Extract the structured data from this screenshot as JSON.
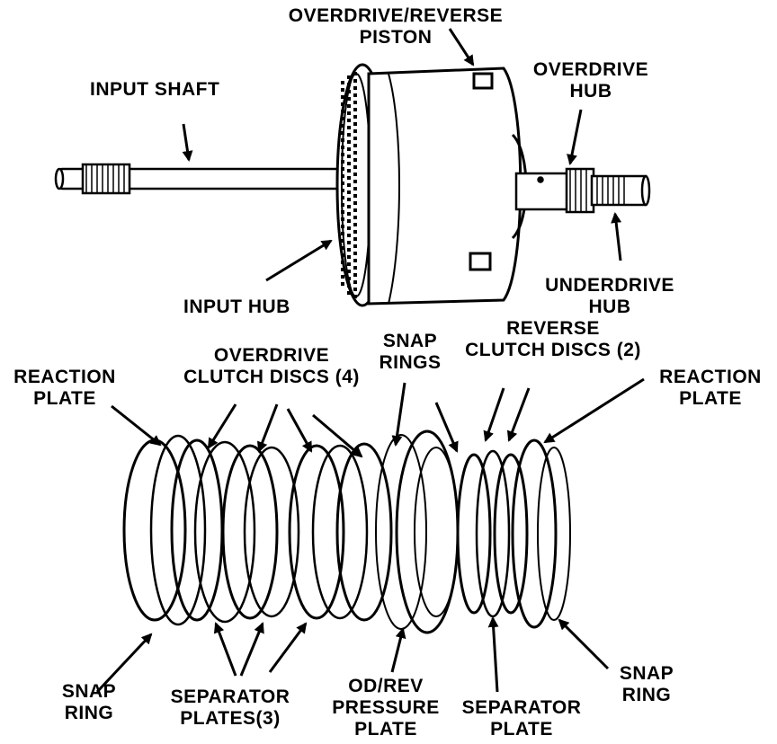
{
  "colors": {
    "ink": "#000000",
    "paper": "#ffffff"
  },
  "labels": {
    "od_rev_piston": [
      "OVERDRIVE/REVERSE",
      "PISTON"
    ],
    "input_shaft": [
      "INPUT SHAFT"
    ],
    "overdrive_hub": [
      "OVERDRIVE",
      "HUB"
    ],
    "input_hub": [
      "INPUT HUB"
    ],
    "underdrive_hub": [
      "UNDERDRIVE",
      "HUB"
    ],
    "reverse_clutch_discs": [
      "REVERSE",
      "CLUTCH DISCS (2)"
    ],
    "snap_rings_top": [
      "SNAP",
      "RINGS"
    ],
    "overdrive_clutch_discs": [
      "OVERDRIVE",
      "CLUTCH DISCS (4)"
    ],
    "reaction_plate_left": [
      "REACTION",
      "PLATE"
    ],
    "reaction_plate_right": [
      "REACTION",
      "PLATE"
    ],
    "snap_ring_left": [
      "SNAP",
      "RING"
    ],
    "separator_plates": [
      "SEPARATOR",
      "PLATES(3)"
    ],
    "od_rev_pressure_plate": [
      "OD/REV",
      "PRESSURE",
      "PLATE"
    ],
    "separator_plate": [
      "SEPARATOR",
      "PLATE"
    ],
    "snap_ring_right": [
      "SNAP",
      "RING"
    ]
  }
}
